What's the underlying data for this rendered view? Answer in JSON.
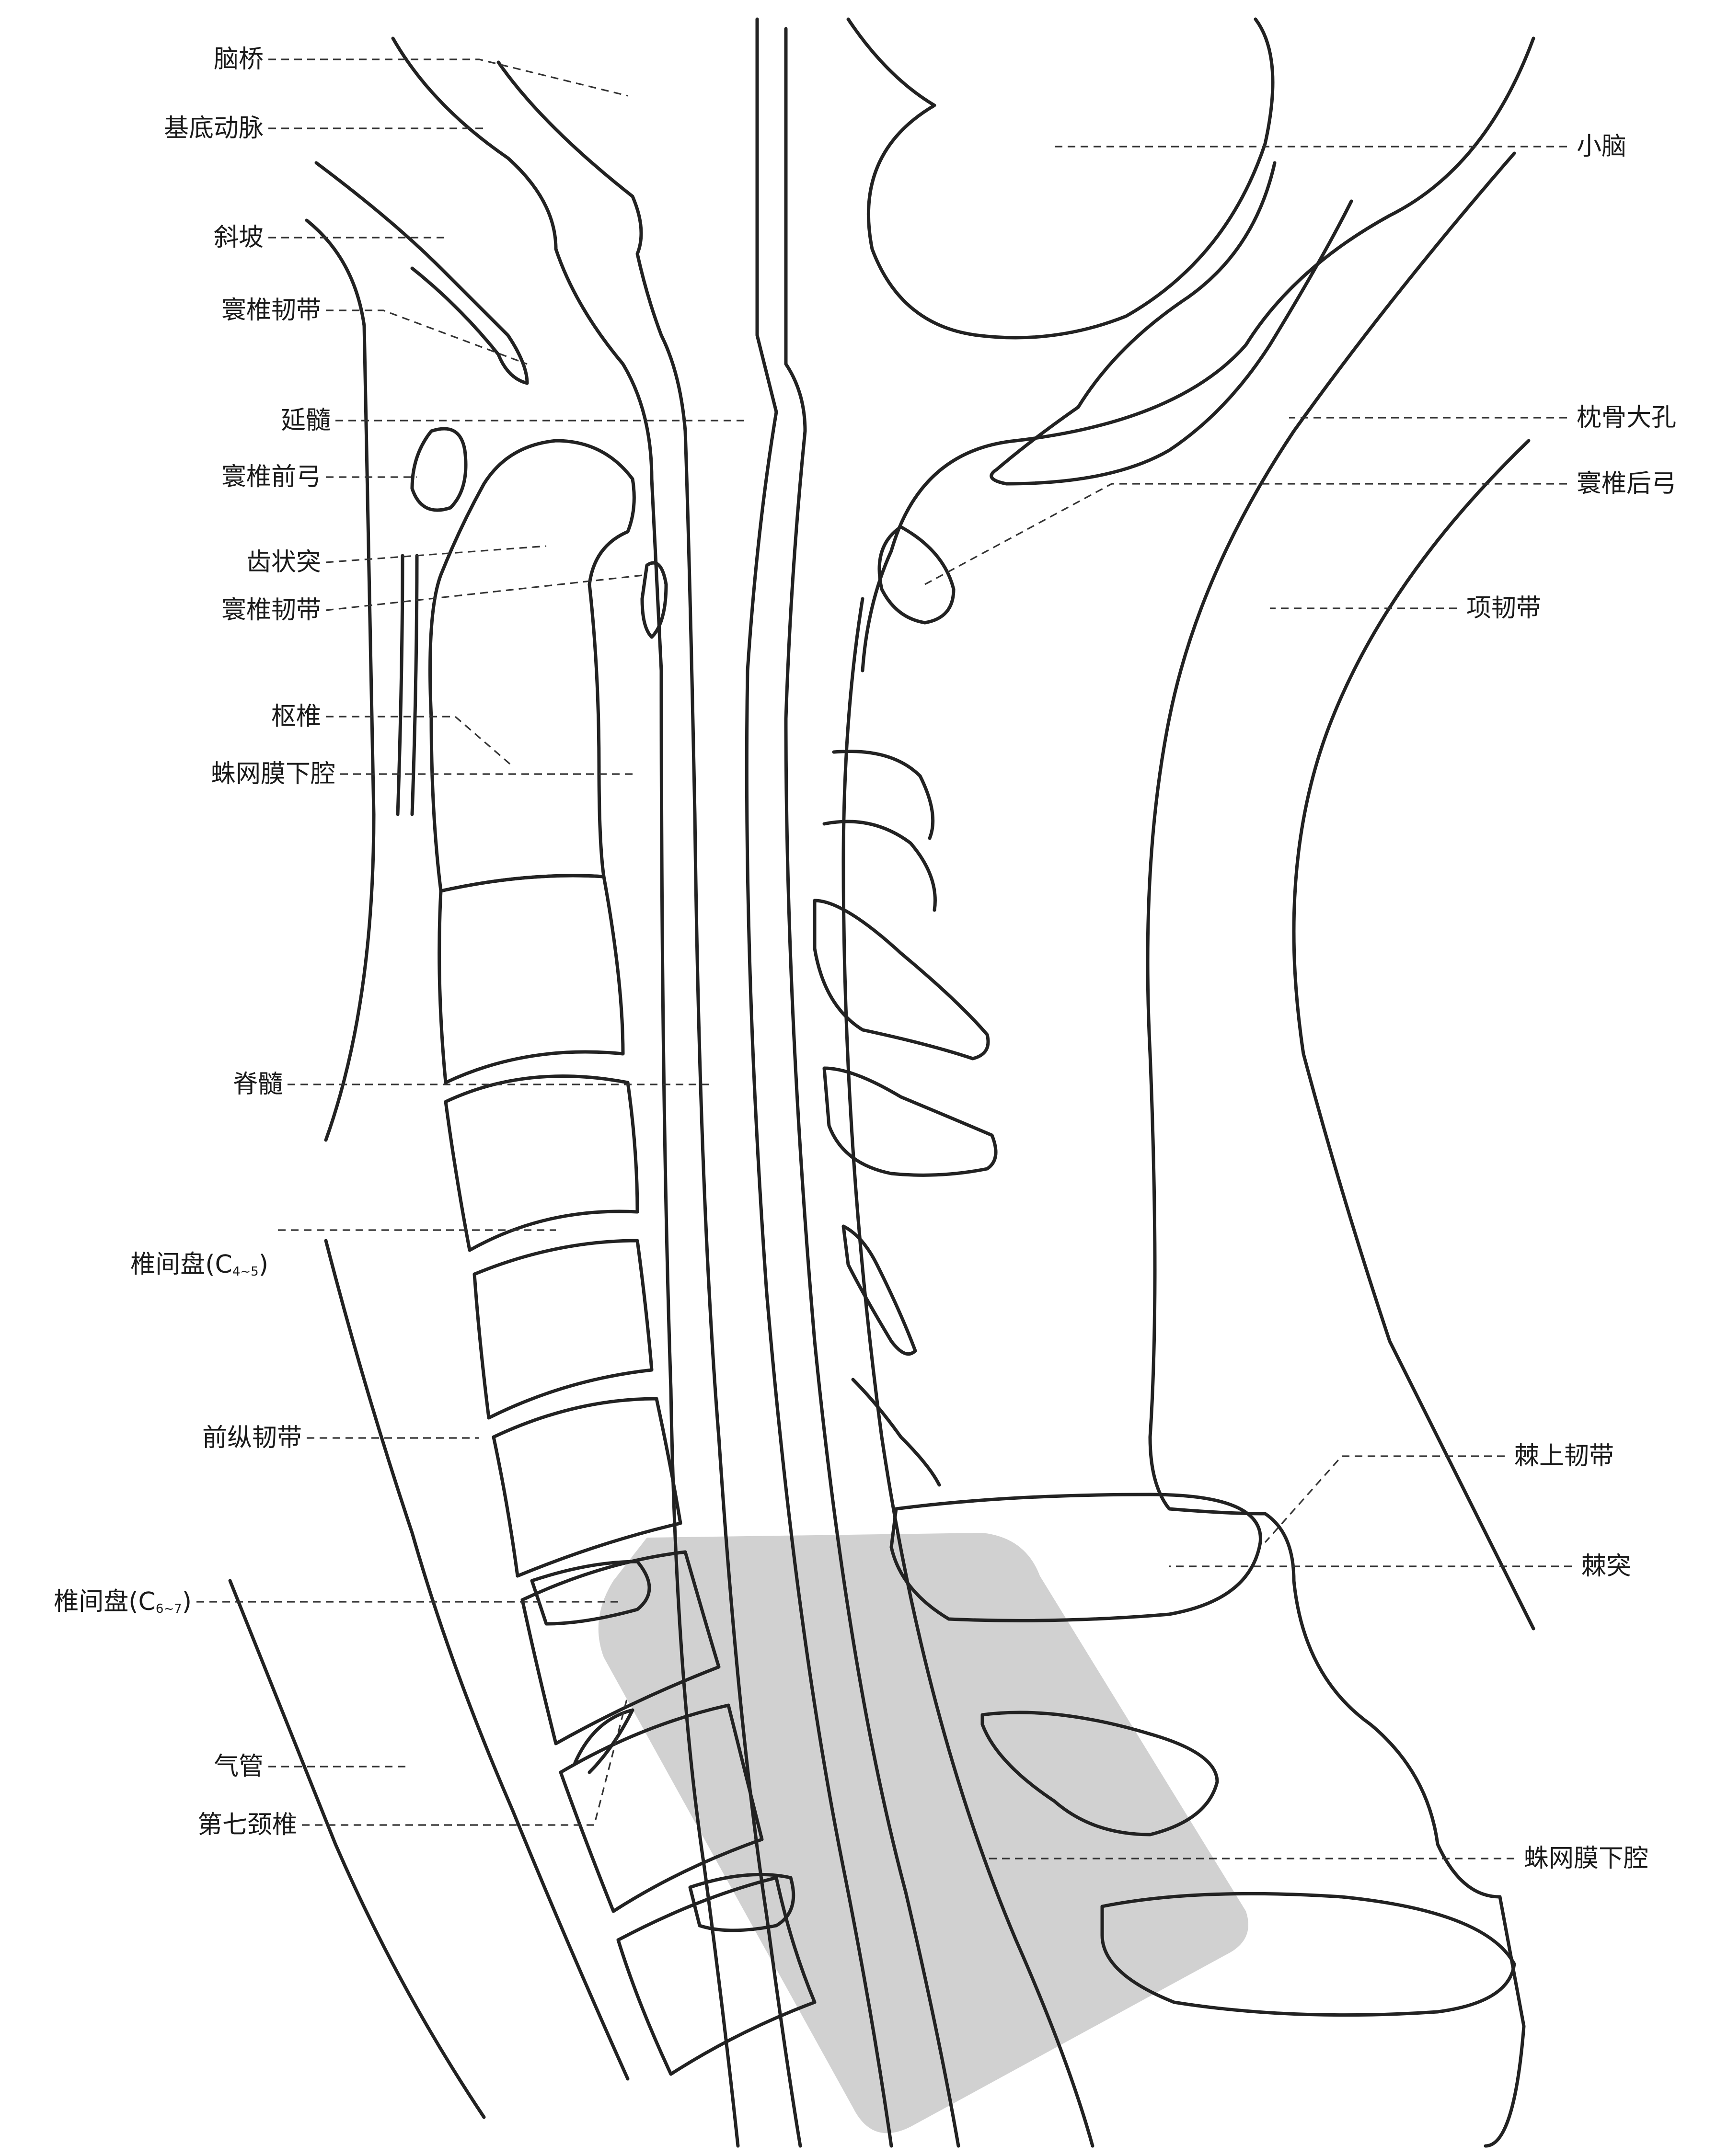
{
  "left_labels": [
    {
      "id": "pons",
      "text": "脑桥"
    },
    {
      "id": "basilar-artery",
      "text": "基底动脉"
    },
    {
      "id": "clivus",
      "text": "斜坡"
    },
    {
      "id": "atlas-ligament-1",
      "text": "寰椎韧带"
    },
    {
      "id": "medulla",
      "text": "延髓"
    },
    {
      "id": "atlas-anterior-arch",
      "text": "寰椎前弓"
    },
    {
      "id": "dens",
      "text": "齿状突"
    },
    {
      "id": "atlas-ligament-2",
      "text": "寰椎韧带"
    },
    {
      "id": "axis",
      "text": "枢椎"
    },
    {
      "id": "subarachnoid-left",
      "text": "蛛网膜下腔"
    },
    {
      "id": "spinal-cord",
      "text": "脊髓"
    },
    {
      "id": "disc-c45",
      "text": "椎间盘(C",
      "sub": "4~5",
      "suffix": ")"
    },
    {
      "id": "anterior-longitudinal-ligament",
      "text": "前纵韧带"
    },
    {
      "id": "disc-c67",
      "text": "椎间盘(C",
      "sub": "6~7",
      "suffix": ")"
    },
    {
      "id": "trachea",
      "text": "气管"
    },
    {
      "id": "c7",
      "text": "第七颈椎"
    }
  ],
  "right_labels": [
    {
      "id": "cerebellum",
      "text": "小脑"
    },
    {
      "id": "foramen-magnum",
      "text": "枕骨大孔"
    },
    {
      "id": "atlas-posterior-arch",
      "text": "寰椎后弓"
    },
    {
      "id": "nuchal-ligament",
      "text": "项韧带"
    },
    {
      "id": "supraspinous-ligament",
      "text": "棘上韧带"
    },
    {
      "id": "spinous-process",
      "text": "棘突"
    },
    {
      "id": "subarachnoid-right",
      "text": "蛛网膜下腔"
    }
  ]
}
